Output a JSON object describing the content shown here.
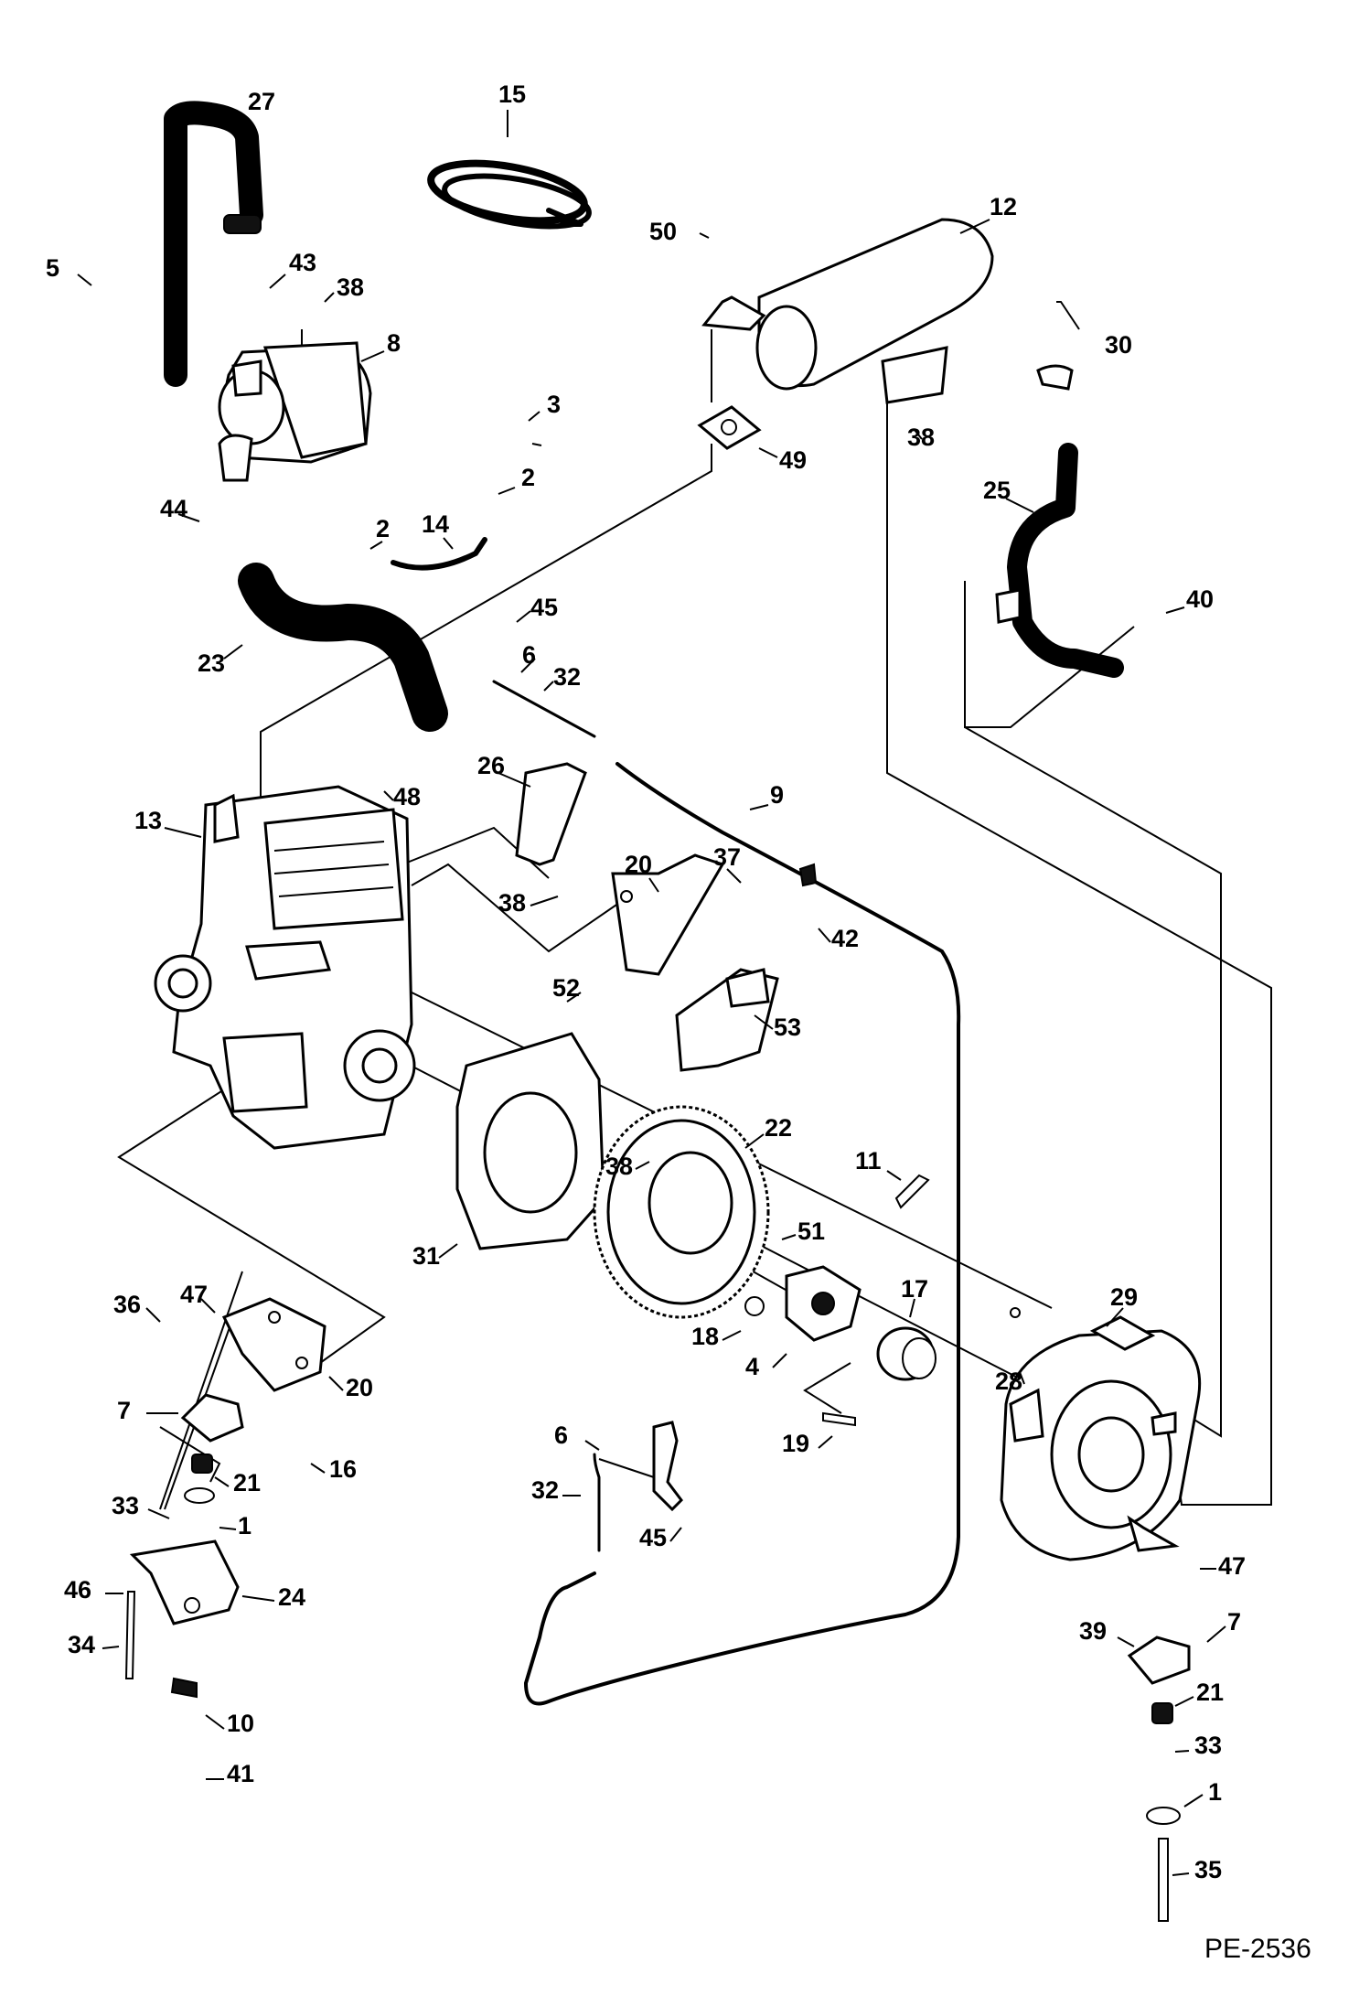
{
  "drawing_code": "PE-2536",
  "callouts": {
    "c1a": "1",
    "c1b": "1",
    "c2a": "2",
    "c2b": "2",
    "c3": "3",
    "c4": "4",
    "c5": "5",
    "c6a": "6",
    "c6b": "6",
    "c7a": "7",
    "c7b": "7",
    "c8": "8",
    "c9": "9",
    "c10": "10",
    "c11": "11",
    "c12": "12",
    "c13": "13",
    "c14": "14",
    "c15": "15",
    "c16": "16",
    "c17": "17",
    "c18": "18",
    "c19": "19",
    "c20a": "20",
    "c20b": "20",
    "c21a": "21",
    "c21b": "21",
    "c22": "22",
    "c23": "23",
    "c24": "24",
    "c25": "25",
    "c26": "26",
    "c27": "27",
    "c28": "28",
    "c29": "29",
    "c30": "30",
    "c31": "31",
    "c32a": "32",
    "c32b": "32",
    "c33a": "33",
    "c33b": "33",
    "c34": "34",
    "c35": "35",
    "c36": "36",
    "c37": "37",
    "c38a": "38",
    "c38b": "38",
    "c38c": "38",
    "c38d": "38",
    "c39": "39",
    "c40": "40",
    "c41": "41",
    "c42": "42",
    "c43": "43",
    "c44": "44",
    "c45a": "45",
    "c45b": "45",
    "c46": "46",
    "c47a": "47",
    "c47b": "47",
    "c48": "48",
    "c49": "49",
    "c50": "50",
    "c51": "51",
    "c52": "52",
    "c53": "53"
  }
}
